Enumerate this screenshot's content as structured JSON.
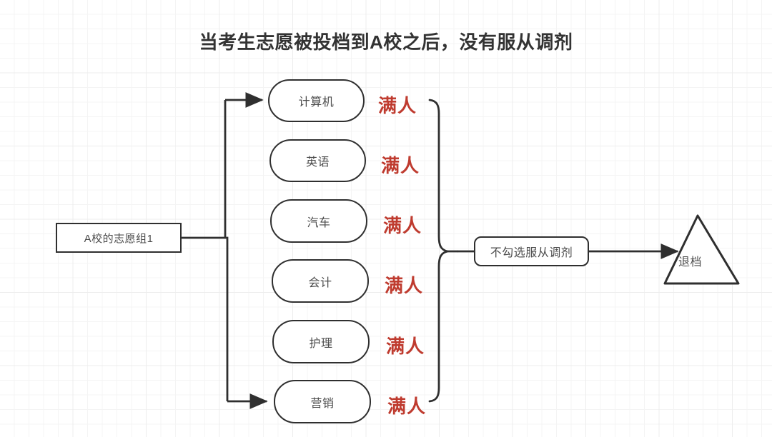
{
  "page": {
    "title": "当考生志愿被投档到A校之后，没有服从调剂",
    "background": "#ffffff",
    "grid_color": "#ededed",
    "stroke_color": "#2f2f2f",
    "text_color": "#4b4b4b",
    "accent_color": "#bf3b2f"
  },
  "source": {
    "label": "A校的志愿组1"
  },
  "majors": [
    {
      "label": "计算机",
      "status": "满人"
    },
    {
      "label": "英语",
      "status": "满人"
    },
    {
      "label": "汽车",
      "status": "满人"
    },
    {
      "label": "会计",
      "status": "满人"
    },
    {
      "label": "护理",
      "status": "满人"
    },
    {
      "label": "营销",
      "status": "满人"
    }
  ],
  "decision": {
    "label": "不勾选服从调剂"
  },
  "outcome": {
    "label": "退档"
  }
}
